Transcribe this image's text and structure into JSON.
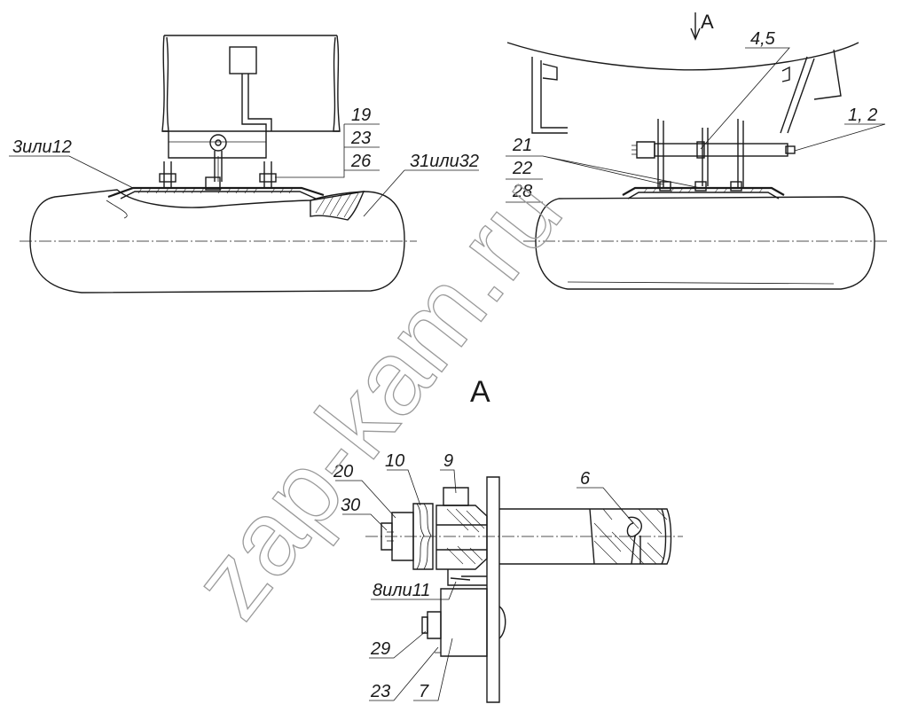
{
  "view_labels": {
    "arrow_label": "A",
    "section_label": "A"
  },
  "callouts": {
    "c_3_12": "3или12",
    "c_19": "19",
    "c_23_top": "23",
    "c_26": "26",
    "c_31_32": "31или32",
    "c_4_5": "4,5",
    "c_1_2": "1, 2",
    "c_21": "21",
    "c_22": "22",
    "c_28": "28",
    "c_20": "20",
    "c_10": "10",
    "c_9": "9",
    "c_6": "6",
    "c_30": "30",
    "c_8_11": "8или11",
    "c_29": "29",
    "c_23_bottom": "23",
    "c_7": "7"
  },
  "watermark": "zap-kam.ru",
  "colors": {
    "line": "#1a1a1a",
    "watermark": "#9a9a9a",
    "background": "#ffffff"
  }
}
